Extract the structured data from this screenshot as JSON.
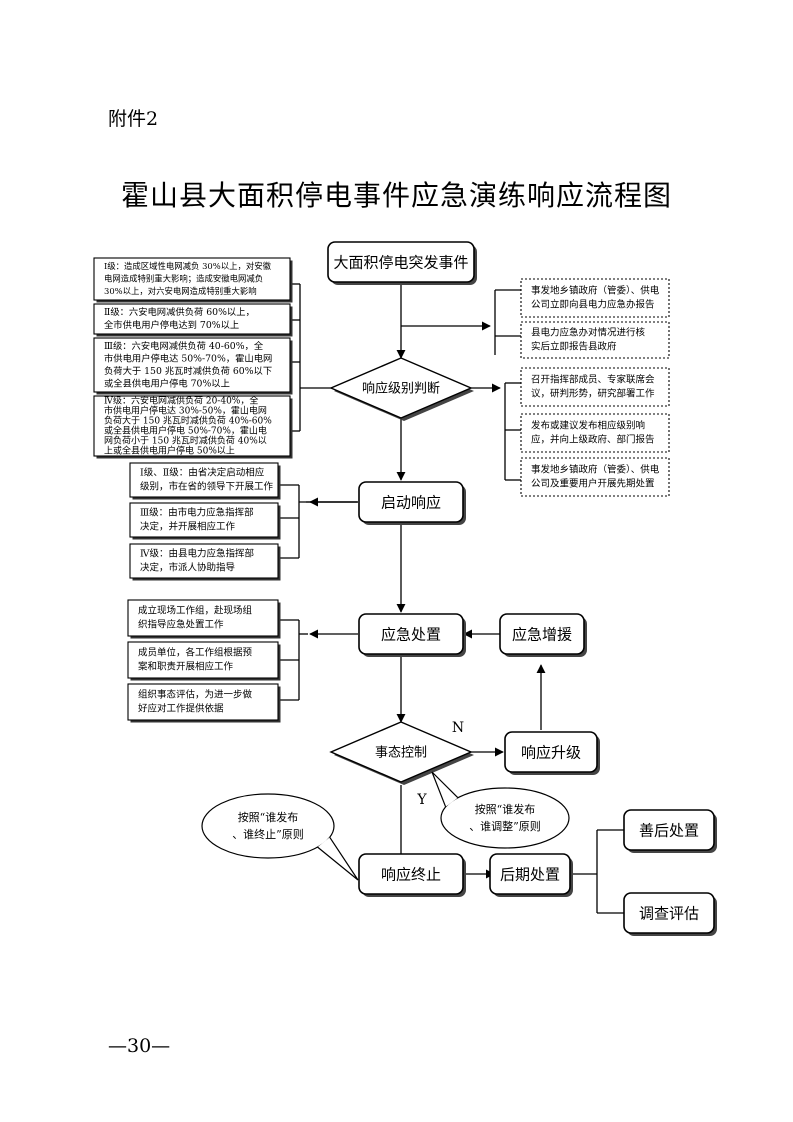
{
  "page": {
    "label": "附件2",
    "title": "霍山县大面积停电事件应急演练响应流程图",
    "page_number": "—30—"
  },
  "nodes": {
    "start": "大面积停电突发事件",
    "judge": "响应级别判断",
    "launch": "启动响应",
    "handle": "应急处置",
    "reinforce": "应急增援",
    "control": "事态控制",
    "upgrade": "响应升级",
    "terminate": "响应终止",
    "later": "后期处置",
    "aftercare": "善后处置",
    "evaluate": "调查评估"
  },
  "labels": {
    "no": "N",
    "yes": "Y"
  },
  "level_criteria": [
    [
      "Ⅰ级：造成区域性电网减负 30%以上，对安徽",
      "电网造成特别重大影响；造成安徽电网减负",
      "30%以上，对六安电网造成特别重大影响"
    ],
    [
      "Ⅱ级：六安电网减供负荷 60%以上，",
      "全市供电用户停电达到 70%以上"
    ],
    [
      "Ⅲ级：六安电网减供负荷 40-60%，全",
      "市供电用户停电达 50%-70%，霍山电网",
      "负荷大于 150 兆瓦时减供负荷 60%以下",
      "或全县供电用户停电 70%以上"
    ],
    [
      "Ⅳ级：六安电网减供负荷 20-40%，全",
      "市供电用户停电达 30%-50%，霍山电网",
      "负荷大于 150 兆瓦时减供负荷 40%-60%",
      "或全县供电用户停电 50%-70%，霍山电",
      "网负荷小于 150 兆瓦时减供负荷 40%以",
      "上或全县供电用户停电 50%以上"
    ]
  ],
  "report_steps": [
    [
      "事发地乡镇政府（管委）、供电",
      "公司立即向县电力应急办报告"
    ],
    [
      "县电力应急办对情况进行核",
      "实后立即报告县政府"
    ]
  ],
  "judge_actions": [
    [
      "召开指挥部成员、专家联席会",
      "议，研判形势，研究部署工作"
    ],
    [
      "发布或建议发布相应级别响",
      "应，并向上级政府、部门报告"
    ],
    [
      "事发地乡镇政府（管委）、供电",
      "公司及重要用户开展先期处置"
    ]
  ],
  "launch_levels": [
    [
      "Ⅰ级、Ⅱ级：由省决定启动相应",
      "级别，市在省的领导下开展工作"
    ],
    [
      "Ⅲ级：由市电力应急指挥部",
      "决定，并开展相应工作"
    ],
    [
      "Ⅳ级：由县电力应急指挥部",
      "决定，市派人协助指导"
    ]
  ],
  "handle_tasks": [
    [
      "成立现场工作组，赴现场组",
      "织指导应急处置工作"
    ],
    [
      "成员单位，各工作组根据预",
      "案和职责开展相应工作"
    ],
    [
      "组织事态评估，为进一步做",
      "好应对工作提供依据"
    ]
  ],
  "callouts": {
    "adjust": [
      "按照“谁发布",
      "、谁调整”原则"
    ],
    "end": [
      "按照“谁发布",
      "、谁终止”原则"
    ]
  }
}
